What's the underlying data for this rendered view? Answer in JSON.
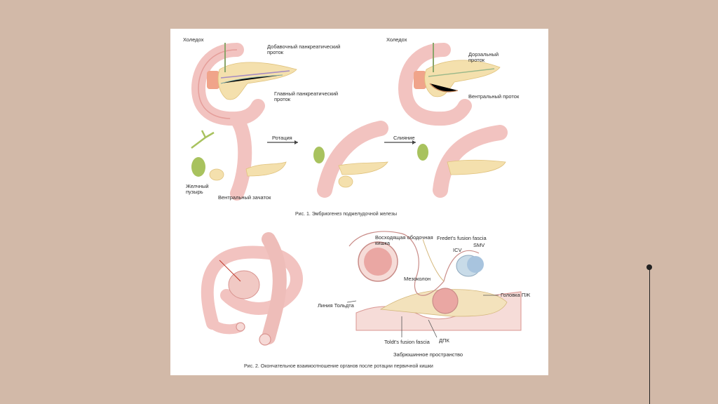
{
  "figure1": {
    "panel_a": {
      "choledoch": "Холедох",
      "accessory_duct": "Добавочный панкреатический\nпроток",
      "main_duct": "Главный панкреатический\nпроток"
    },
    "panel_b": {
      "choledoch": "Холедох",
      "dorsal_duct": "Дорзальный\nпроток",
      "ventral_duct": "Вентральный проток"
    },
    "sequence": {
      "rotation": "Ротация",
      "fusion": "Слияние",
      "gallbladder": "Желчный\nпузырь",
      "ventral_bud": "Вентральный зачаток"
    },
    "caption": "Рис. 1. Эмбриогенез поджелудочной железы"
  },
  "figure2": {
    "ascending_colon": "Восходящая ободочная\nкишка",
    "fredet_fascia": "Fredet's fusion fascia",
    "icv": "ICV",
    "smv": "SMV",
    "mesocolon": "Мезоколон",
    "toldt_line": "Линия Тольдта",
    "pancreas_head": "Головка ПЖ",
    "toldt_fascia": "Toldt's fusion fascia",
    "duodenum": "ДПК",
    "retroperitoneum": "Забрюшинное пространство",
    "caption": "Рис. 2. Окончательное взаимоотношение органов после ротации первичной кишки"
  },
  "colors": {
    "background": "#d2b9a8",
    "panel": "#ffffff",
    "intestine": "#f2c7c4",
    "pancreas": "#f3dfae",
    "duct": "#b79ac8",
    "gallbladder": "#9fbf56"
  }
}
